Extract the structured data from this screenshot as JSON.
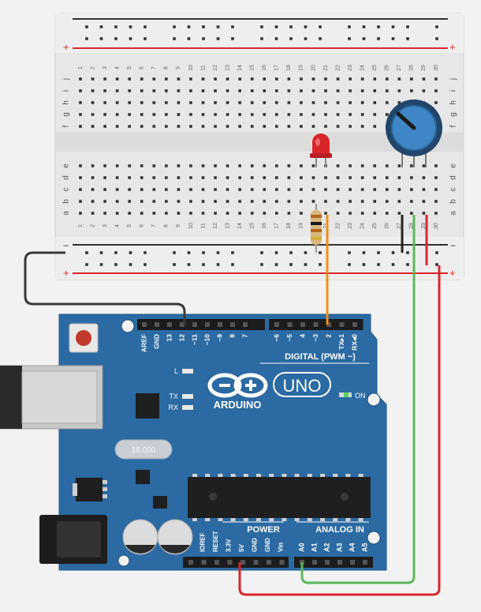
{
  "breadboard": {
    "column_numbers": [
      "1",
      "2",
      "3",
      "4",
      "5",
      "6",
      "7",
      "8",
      "9",
      "10",
      "11",
      "12",
      "13",
      "14",
      "15",
      "16",
      "17",
      "18",
      "19",
      "20",
      "21",
      "22",
      "23",
      "24",
      "25",
      "26",
      "27",
      "28",
      "29",
      "30"
    ],
    "row_letters_top": [
      "j",
      "i",
      "h",
      "g",
      "f"
    ],
    "row_letters_bottom": [
      "e",
      "d",
      "c",
      "b",
      "a"
    ],
    "rail_plus": "+",
    "rail_minus": "−"
  },
  "arduino": {
    "brand": "ARDUINO",
    "model": "UNO",
    "on_label": "ON",
    "led_l_label": "L",
    "tx_label": "TX",
    "rx_label": "RX",
    "crystal_label": "16.000",
    "digital_header_label": "DIGITAL (PWM ~)",
    "digital_pins": [
      "AREF",
      "GND",
      "13",
      "12",
      "~11",
      "~10",
      "~9",
      "8",
      "7",
      "~6",
      "~5",
      "4",
      "~3",
      "2",
      "TX▸1",
      "RX◂0"
    ],
    "power_header_label": "POWER",
    "power_pins": [
      "IOREF",
      "RESET",
      "3.3V",
      "5V",
      "GND",
      "GND",
      "Vin"
    ],
    "analog_header_label": "ANALOG IN",
    "analog_pins": [
      "A0",
      "A1",
      "A2",
      "A3",
      "A4",
      "A5"
    ]
  },
  "colors": {
    "board_blue": "#2b6aa3",
    "breadboard_body": "#e7e7e7",
    "wire_gnd": "#3a3a3a",
    "wire_signal": "#f28f16",
    "wire_wiper": "#5cb85c",
    "wire_power": "#d9252a",
    "led_red": "#d9252a",
    "pot_blue": "#3f86c6"
  },
  "components": [
    "red-led",
    "resistor",
    "potentiometer",
    "arduino-uno"
  ]
}
